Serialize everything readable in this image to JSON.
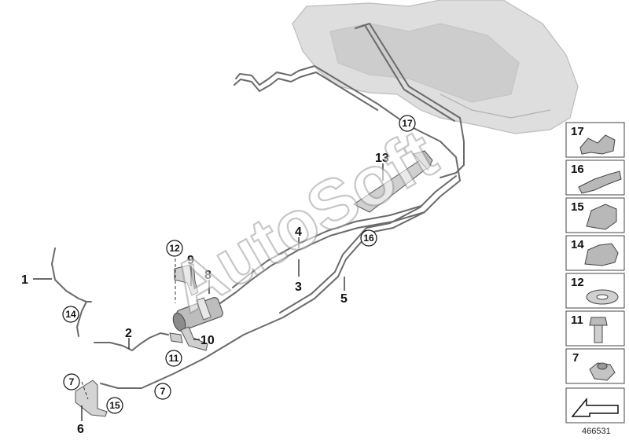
{
  "diagram": {
    "watermark": "AutoSoft",
    "reference": "466531",
    "callouts": [
      "1",
      "2",
      "3",
      "4",
      "5",
      "6",
      "8",
      "9",
      "10",
      "13"
    ],
    "circled_callouts": [
      "7",
      "7",
      "11",
      "12",
      "14",
      "15",
      "16",
      "17"
    ],
    "parts_panel": [
      "17",
      "16",
      "15",
      "14",
      "12",
      "11",
      "7"
    ]
  },
  "colors": {
    "line": "#222222",
    "tank": "#dcdcdc",
    "pipe": "#6e6e6e",
    "panel_border": "#444444"
  }
}
